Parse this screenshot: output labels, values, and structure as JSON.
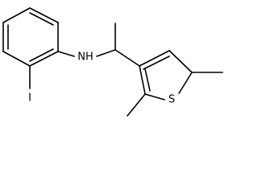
{
  "molecule": {
    "atom_labels": {
      "iodine": "I",
      "amine": "NH",
      "sulfur": "S"
    },
    "groups": {
      "aromatic_ring": "iodobenzene",
      "heteroaromatic_ring": "thiophene"
    }
  },
  "colors": {
    "bond": "#000000",
    "label": "#000000",
    "background": "#ffffff"
  }
}
